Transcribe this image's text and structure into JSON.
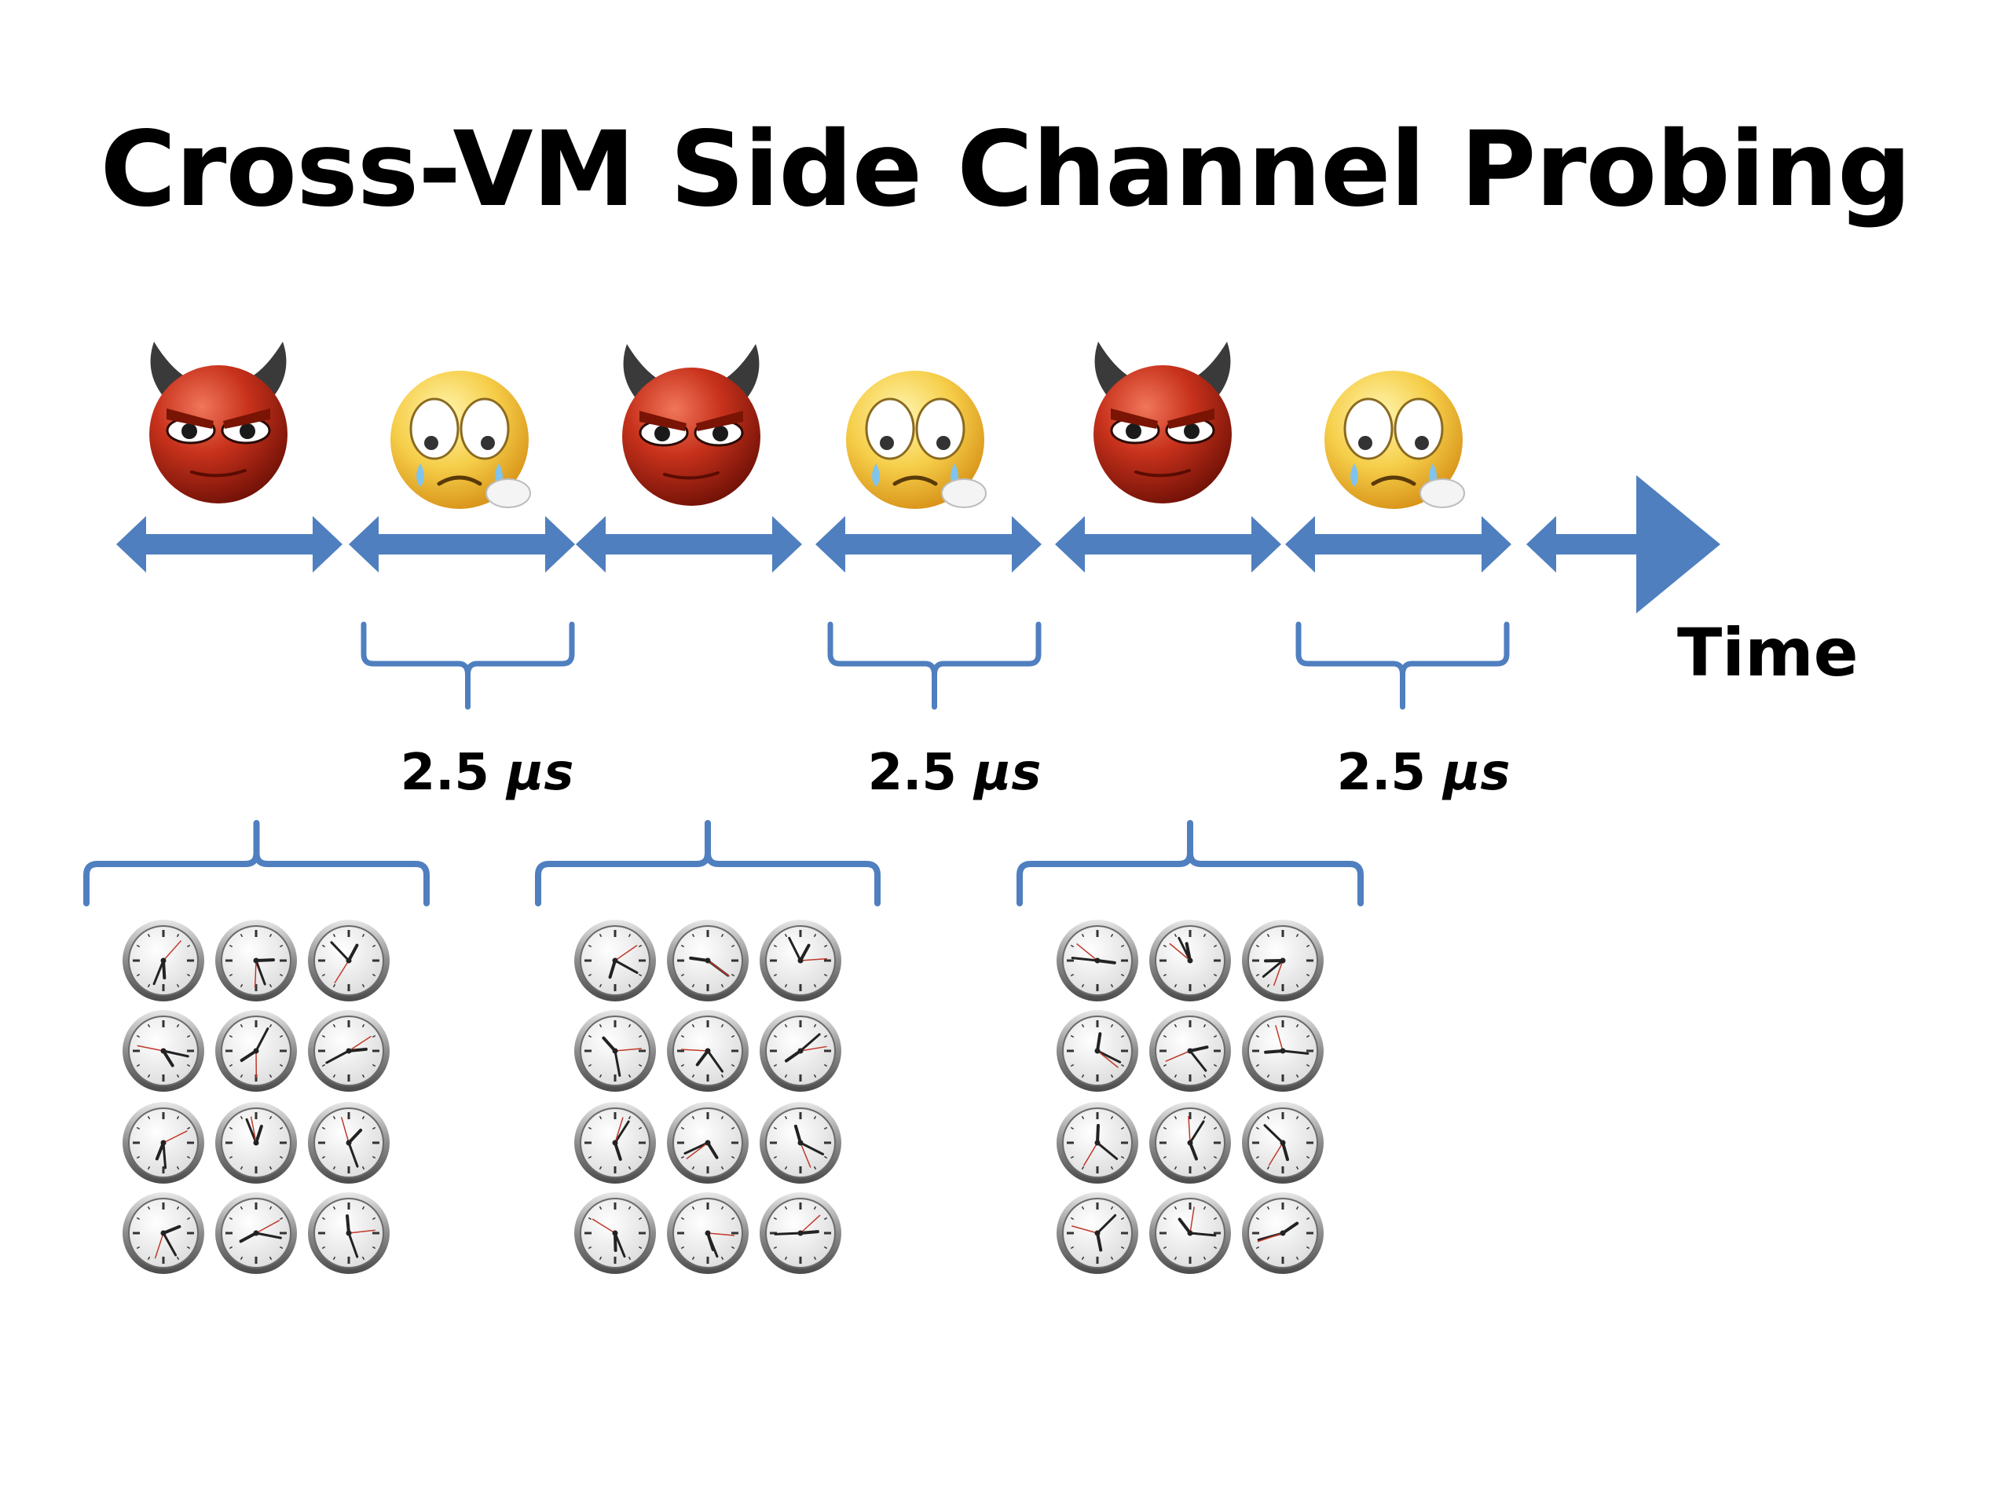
{
  "slide": {
    "title": "Cross-VM Side Channel Probing"
  },
  "timeline": {
    "axis_label": "Time",
    "colors": {
      "arrow": "#4f7fbf",
      "brace": "#4f7fbf",
      "attacker_face": "#b52410",
      "victim_face": "#f3c23c"
    },
    "icons": {
      "attacker": "devil-face-icon",
      "victim": "crying-face-icon",
      "probe": "clock-icon"
    },
    "slots": [
      {
        "actor": "attacker"
      },
      {
        "actor": "victim"
      },
      {
        "actor": "attacker"
      },
      {
        "actor": "victim"
      },
      {
        "actor": "attacker"
      },
      {
        "actor": "victim"
      }
    ],
    "victim_intervals": [
      {
        "value": "2.5",
        "unit": "µs"
      },
      {
        "value": "2.5",
        "unit": "µs"
      },
      {
        "value": "2.5",
        "unit": "µs"
      }
    ],
    "clock_groups": {
      "count": 3,
      "rows": 4,
      "columns": 3
    }
  }
}
